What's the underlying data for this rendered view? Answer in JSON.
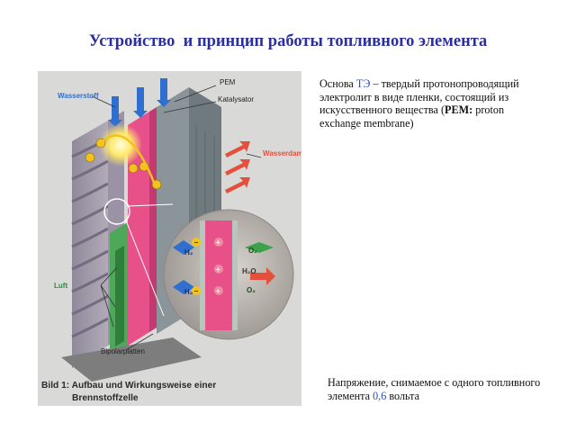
{
  "slide": {
    "title": "Устройство  и принцип работы топливного элемента"
  },
  "figure": {
    "labels": {
      "hydrogen": "Wasserstoff",
      "pem": "PEM",
      "catalyst": "Katalysator",
      "steam": "Wasserdampf",
      "air": "Luft",
      "bipolar_plates": "Bipolarplatten"
    },
    "caption_line1": "Bild 1: Aufbau und Wirkungsweise einer",
    "caption_line2": "Brennstoffzelle",
    "formulas": {
      "h2_top": "H₂",
      "h2_bottom": "H₂",
      "o2_top": "O₂",
      "h2o": "H₂O",
      "o2_bottom": "O₂",
      "minus": "−",
      "plus": "+"
    },
    "colors": {
      "membrane": "#e8508a",
      "hydrogen_arrow": "#2f6fd0",
      "steam_arrow": "#e4503c",
      "air_arrow": "#3aa34a",
      "electron": "#f2c21e",
      "plate": "#6f7a7f"
    }
  },
  "description": {
    "p1_before": "Основа ",
    "p1_accent": "ТЭ",
    "p1_after": " – твердый протонопроводящий электролит в виде пленки, состоящий из искусственного вещества (",
    "p1_bold": "PEM:",
    "p1_tail": " proton exchange membrane)"
  },
  "note": {
    "text": "Напряжение, снимаемое с одного топливного элемента ",
    "value": "0,6",
    "unit": " вольта"
  }
}
